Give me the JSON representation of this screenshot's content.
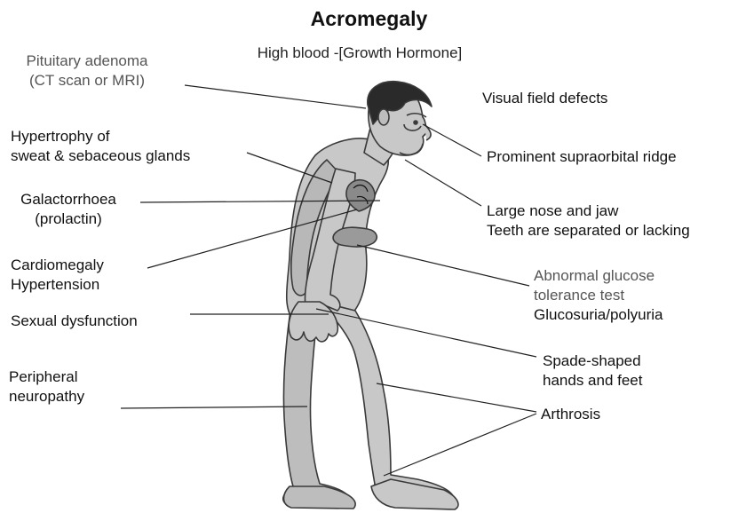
{
  "title": "Acromegaly",
  "subtitle": "High blood -[Growth Hormone]",
  "labels": {
    "pituitary": [
      "Pituitary adenoma",
      "(CT scan or MRI)"
    ],
    "hypertrophy": [
      "Hypertrophy of",
      "sweat & sebaceous glands"
    ],
    "galactorrhoea": [
      "Galactorrhoea",
      "(prolactin)"
    ],
    "cardiomegaly": [
      "Cardiomegaly",
      "Hypertension"
    ],
    "sexual": [
      "Sexual dysfunction"
    ],
    "neuropathy": [
      "Peripheral",
      "neuropathy"
    ],
    "visual": [
      "Visual field defects"
    ],
    "supraorbital": [
      "Prominent supraorbital ridge"
    ],
    "nose_jaw": [
      "Large nose and jaw",
      "Teeth are separated or lacking"
    ],
    "glucose": [
      "Abnormal glucose",
      "tolerance test",
      "Glucosuria/polyuria"
    ],
    "spade": [
      "Spade-shaped",
      "hands and feet"
    ],
    "arthrosis": [
      "Arthrosis"
    ]
  },
  "colors": {
    "skin": "#c8c8c8",
    "outline": "#3a3a3a",
    "hair": "#2a2a2a",
    "leader": "#222222",
    "grey_text": "#555555"
  }
}
